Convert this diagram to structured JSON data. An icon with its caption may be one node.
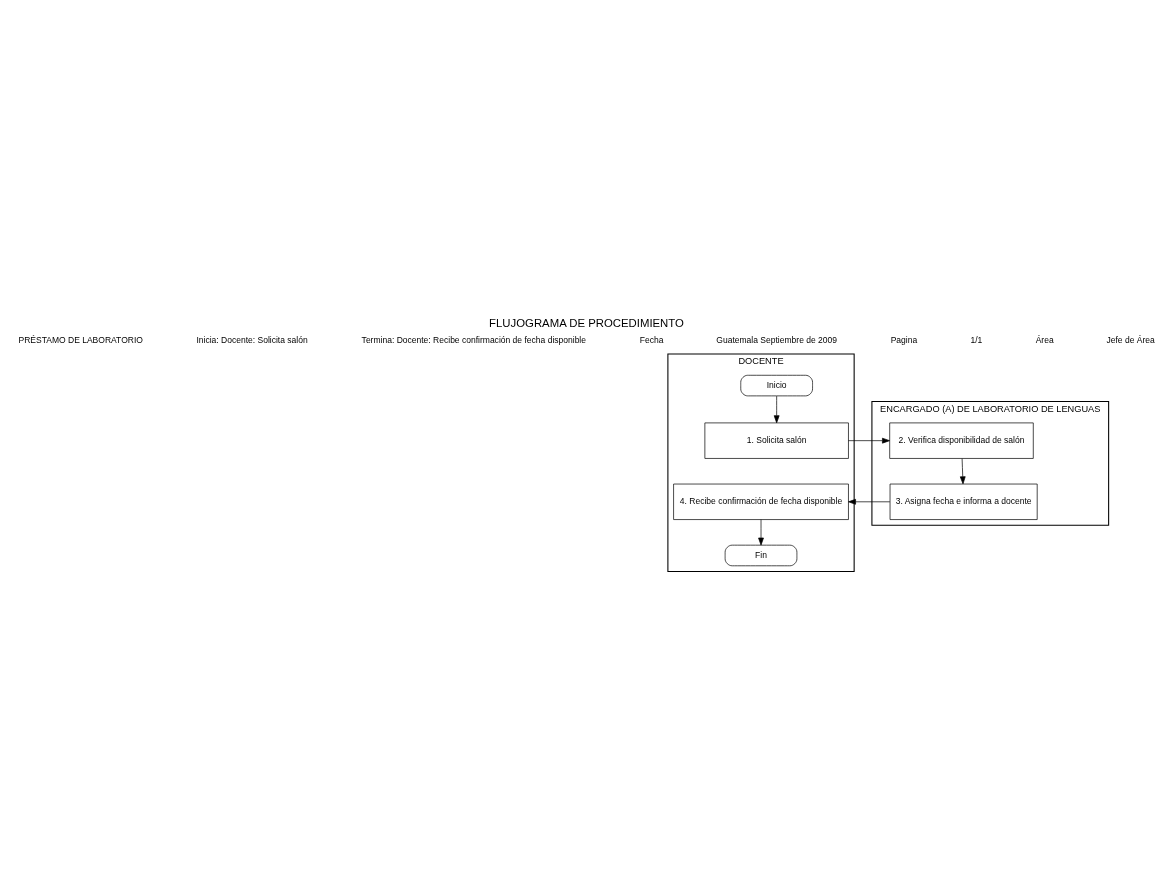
{
  "diagram": {
    "title": "FLUJOGRAMA DE PROCEDIMIENTO",
    "nodes": [
      {
        "text": [
          "DOCENTE"
        ]
      },
      {
        "text": [
          "ENCARGADO (A) DE LABORATORIO DE LENGUAS"
        ]
      },
      {
        "text": [
          "Inicio"
        ],
        "in": 0
      },
      {
        "text": [
          "1. Solicita salón"
        ],
        "in": 0
      },
      {
        "text": [
          "2. Verifica disponibilidad de salón"
        ],
        "in": 1
      },
      {
        "text": [
          "3. Asigna fecha e informa a docente"
        ],
        "in": 1
      },
      {
        "text": [
          "4. Recibe confirmación de fecha disponible"
        ],
        "in": 0
      },
      {
        "text": [
          "Fin"
        ],
        "in": 0
      }
    ],
    "edges": [
      {
        "from": 2,
        "to": 3,
        "arrow": "to"
      },
      {
        "from": 3,
        "to": 4,
        "arrow": "to"
      },
      {
        "from": 4,
        "to": 5,
        "arrow": "to"
      },
      {
        "from": 5,
        "to": 6,
        "arrow": "to"
      },
      {
        "from": 6,
        "to": 7,
        "arrow": "to"
      }
    ],
    "labels": [
      "PRÉSTAMO DE LABORATORIO",
      "Inicia: Docente: Solicita salón",
      "Termina: Docente: Recibe confirmación de fecha disponible",
      "Fecha",
      "Guatemala Septiembre de 2009",
      "Pagina",
      "1/1",
      "Área",
      "Jefe de Área"
    ]
  }
}
